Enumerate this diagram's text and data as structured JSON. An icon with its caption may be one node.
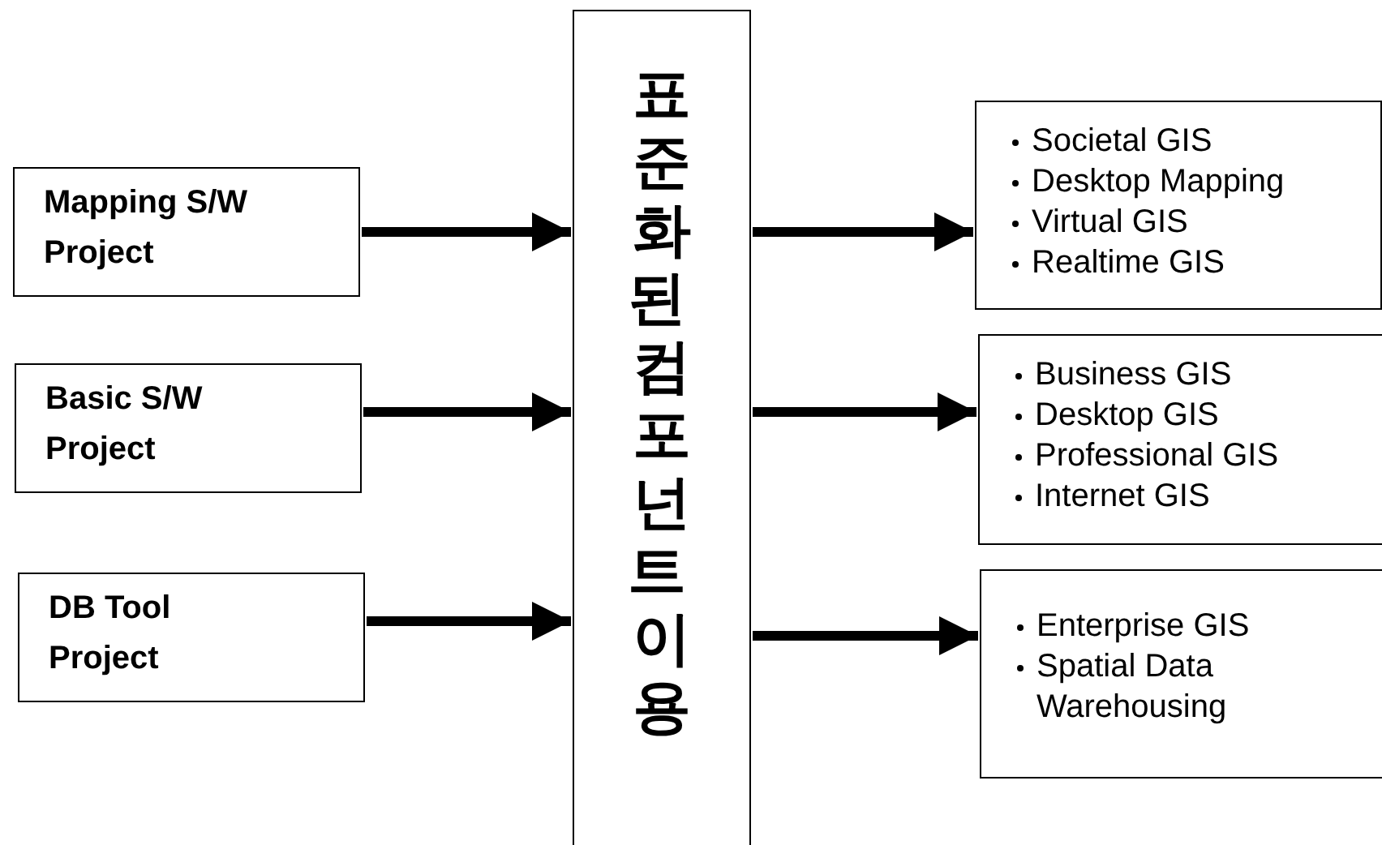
{
  "diagram": {
    "nodes": [
      {
        "text": [
          "Mapping S/W Project"
        ]
      },
      {
        "text": [
          "Basic S/W Project"
        ]
      },
      {
        "text": [
          "DB Tool Project"
        ]
      },
      {
        "text": [
          "표준화된 컴포넌트 이용"
        ]
      },
      {
        "text": [
          "Societal GIS",
          "Desktop Mapping",
          "Virtual GIS",
          "Realtime GIS"
        ]
      },
      {
        "text": [
          "Business GIS",
          "Desktop GIS",
          "Professional GIS",
          "Internet GIS"
        ]
      },
      {
        "text": [
          "Enterprise GIS",
          "Spatial Data Warehousing"
        ]
      }
    ],
    "edges": [
      {
        "from": 0,
        "to": 3,
        "arrow": "to"
      },
      {
        "from": 1,
        "to": 3,
        "arrow": "to"
      },
      {
        "from": 2,
        "to": 3,
        "arrow": "to"
      },
      {
        "from": 3,
        "to": 4,
        "arrow": "to"
      },
      {
        "from": 3,
        "to": 5,
        "arrow": "to"
      },
      {
        "from": 3,
        "to": 6,
        "arrow": "to"
      }
    ]
  }
}
